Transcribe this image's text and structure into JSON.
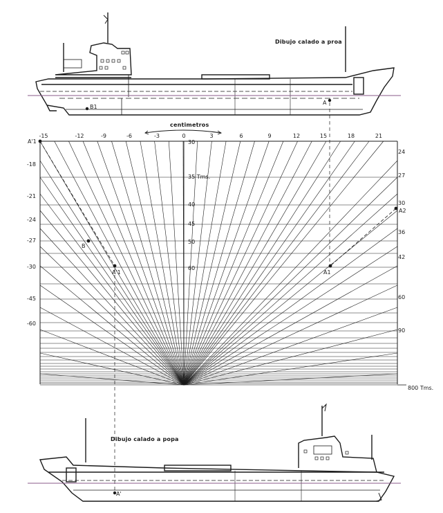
{
  "top_caption": "Dibujo calado a proa",
  "bottom_caption": "Dibujo calado a popa",
  "scale_header": "centimetros",
  "top_scale_ticks": [
    "-15",
    "-12",
    "-9",
    "-6",
    "-3",
    "0",
    "3",
    "6",
    "9",
    "12",
    "15",
    "18",
    "21"
  ],
  "left_scale_ticks": [
    "-18",
    "-21",
    "-24",
    "-27",
    "-30",
    "-45",
    "-60"
  ],
  "right_scale_ticks": [
    "24",
    "27",
    "30",
    "36",
    "42",
    "60",
    "90"
  ],
  "center_scale_ticks": [
    "30",
    "35 Tms.",
    "40",
    "45",
    "50",
    "60"
  ],
  "bottom_scale_label": "800 Tms.",
  "points": {
    "a1_prime_top": "A'1",
    "a2": "A2",
    "b": "B",
    "a1_prime_mid": "A'1",
    "a1_mid": "A1",
    "a_ship_top": "A",
    "b1_ship_top": "B1",
    "a_prime_ship_bottom": "A'"
  },
  "colors": {
    "ink": "#1a1a1a",
    "water": "#8a5a8a"
  }
}
